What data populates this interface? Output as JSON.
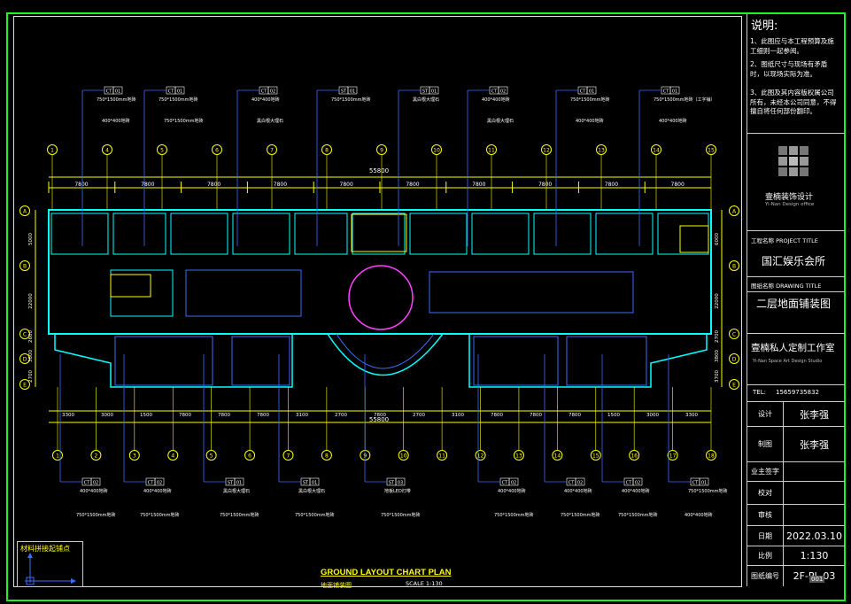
{
  "notes": {
    "title": "说明:",
    "items": [
      "1、此图应与本工程预算及施工细则一起参阅。",
      "2、图纸尺寸与现场有矛盾时，以现场实际为准。",
      "3、此图及其内容版权属公司所有，未经本公司同意，不得擅自将任何部份翻印。"
    ]
  },
  "company": {
    "name": "壹楠装饰设计",
    "sub": "Yi-Nan Design office"
  },
  "project": {
    "label": "工程名称 PROJECT TITLE",
    "value": "国汇娱乐会所"
  },
  "drawing": {
    "label": "图纸名称 DRAWING TITLE",
    "value": "二层地面铺装图"
  },
  "studio": {
    "name": "壹楠私人定制工作室",
    "sub": "Yi-Nan Space Art Design Studio"
  },
  "tel": {
    "label": "TEL:",
    "value": "15659735832"
  },
  "rows": [
    {
      "label": "设计",
      "value": "张李强"
    },
    {
      "label": "制图",
      "value": "张李强"
    },
    {
      "label": "业主签字",
      "value": ""
    },
    {
      "label": "校对",
      "value": ""
    },
    {
      "label": "审核",
      "value": ""
    },
    {
      "label": "日期",
      "value": "2022.03.10"
    },
    {
      "label": "比例",
      "value": "1:130"
    },
    {
      "label": "图纸编号",
      "value": "2F-PL-03"
    }
  ],
  "sheet_no": "001",
  "legend_title": "材料拼接起铺点",
  "plan": {
    "title": "GROUND LAYOUT CHART PLAN",
    "subtitle": "地面铺装图",
    "scale": "SCALE 1:130"
  },
  "dims": {
    "total": "55800",
    "top": [
      "7800",
      "7800",
      "7800",
      "7800",
      "7800",
      "7800",
      "7800",
      "7800",
      "7800",
      "7800"
    ],
    "bottom": [
      "3300",
      "3000",
      "1500",
      "7800",
      "7800",
      "7800",
      "3100",
      "2700",
      "7800",
      "2700",
      "3100",
      "7800",
      "7800",
      "7800",
      "1500",
      "3000",
      "3300"
    ],
    "left": [
      "5000",
      "22000",
      "2600",
      "3800",
      "2700"
    ],
    "right": [
      "6000",
      "22000",
      "2700",
      "3800",
      "3700"
    ]
  },
  "grid": {
    "top": [
      "1",
      "4",
      "5",
      "6",
      "7",
      "8",
      "9",
      "10",
      "11",
      "12",
      "13",
      "14",
      "15"
    ],
    "bottom": [
      "1",
      "2",
      "3",
      "4",
      "5",
      "6",
      "7",
      "8",
      "9",
      "10",
      "11",
      "12",
      "13",
      "14",
      "15",
      "16",
      "17",
      "18"
    ],
    "rows": [
      "A",
      "B",
      "C",
      "D",
      "E"
    ]
  },
  "tags_top": [
    {
      "code1": "CT",
      "code2": "01",
      "text1": "750*1500mm地砖",
      "text2": "400*400地砖"
    },
    {
      "code1": "CT",
      "code2": "01",
      "text1": "750*1500mm地砖",
      "text2": "750*1500mm地砖"
    },
    {
      "code1": "CT",
      "code2": "02",
      "text1": "400*400地砖",
      "text2": "黑白根大理石"
    },
    {
      "code1": "ST",
      "code2": "01",
      "text1": "750*1500mm地砖",
      "text2": ""
    },
    {
      "code1": "ST",
      "code2": "01",
      "text1": "黑白根大理石",
      "text2": ""
    },
    {
      "code1": "CT",
      "code2": "02",
      "text1": "400*400地砖",
      "text2": "黑白根大理石"
    },
    {
      "code1": "CT",
      "code2": "01",
      "text1": "750*1500mm地砖",
      "text2": "400*400地砖"
    },
    {
      "code1": "CT",
      "code2": "01",
      "text1": "750*1500mm地砖（工字铺）",
      "text2": "400*400地砖"
    }
  ],
  "tags_bottom": [
    {
      "code1": "CT",
      "code2": "02",
      "text1": "400*400地砖",
      "text2": "750*1500mm地砖"
    },
    {
      "code1": "CT",
      "code2": "02",
      "text1": "400*400地砖",
      "text2": "750*1500mm地砖"
    },
    {
      "code1": "ST",
      "code2": "01",
      "text1": "黑白根大理石",
      "text2": "750*1500mm地砖"
    },
    {
      "code1": "ST",
      "code2": "01",
      "text1": "黑白根大理石",
      "text2": "750*1500mm地砖"
    },
    {
      "code1": "ST",
      "code2": "03",
      "text1": "地板LED灯带",
      "text2": "750*1500mm地砖"
    },
    {
      "code1": "CT",
      "code2": "02",
      "text1": "400*400地砖",
      "text2": "750*1500mm地砖"
    },
    {
      "code1": "CT",
      "code2": "02",
      "text1": "400*400地砖",
      "text2": "750*1500mm地砖"
    },
    {
      "code1": "CT",
      "code2": "02",
      "text1": "400*400地砖",
      "text2": "750*1500mm地砖"
    },
    {
      "code1": "CT",
      "code2": "01",
      "text1": "750*1500mm地砖",
      "text2": "400*400地砖"
    }
  ],
  "colors": {
    "frame": "#1bf51b",
    "wall": "#00ffff",
    "grid": "#ffff00",
    "blue": "#3b6cff",
    "magenta": "#ff40ff"
  }
}
